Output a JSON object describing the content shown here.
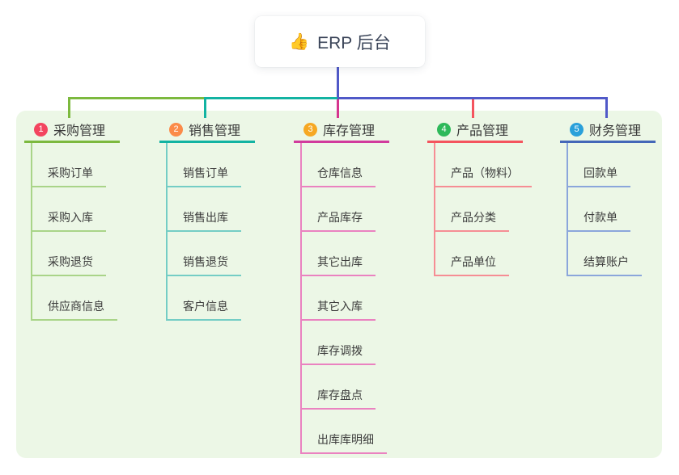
{
  "root": {
    "emoji": "👍",
    "label": "ERP 后台"
  },
  "colors": {
    "canvas": "#ffffff",
    "panel": "#ecf7e6",
    "indigo_line": "#5059c8",
    "green_line": "#7cb93e",
    "teal_line": "#12b3a2",
    "magenta_line": "#d6368f",
    "red_line": "#f4545e"
  },
  "branches": [
    {
      "num": "1",
      "title": "采购管理",
      "badge_color": "#f3455f",
      "accent": "#7cb93e",
      "light": "#a9d488",
      "children": [
        "采购订单",
        "采购入库",
        "采购退货",
        "供应商信息"
      ]
    },
    {
      "num": "2",
      "title": "销售管理",
      "badge_color": "#fb8b49",
      "accent": "#12b3a2",
      "light": "#74cdc5",
      "children": [
        "销售订单",
        "销售出库",
        "销售退货",
        "客户信息"
      ]
    },
    {
      "num": "3",
      "title": "库存管理",
      "badge_color": "#f6a823",
      "accent": "#d13b9d",
      "light": "#ea82c0",
      "children": [
        "仓库信息",
        "产品库存",
        "其它出库",
        "其它入库",
        "库存调拨",
        "库存盘点",
        "出库库明细"
      ]
    },
    {
      "num": "4",
      "title": "产品管理",
      "badge_color": "#2eb95a",
      "accent": "#f4545e",
      "light": "#f68d94",
      "children": [
        "产品（物料）",
        "产品分类",
        "产品单位"
      ]
    },
    {
      "num": "5",
      "title": "财务管理",
      "badge_color": "#2aa0da",
      "accent": "#4467b8",
      "light": "#8ba6db",
      "children": [
        "回款单",
        "付款单",
        "结算账户"
      ]
    }
  ]
}
